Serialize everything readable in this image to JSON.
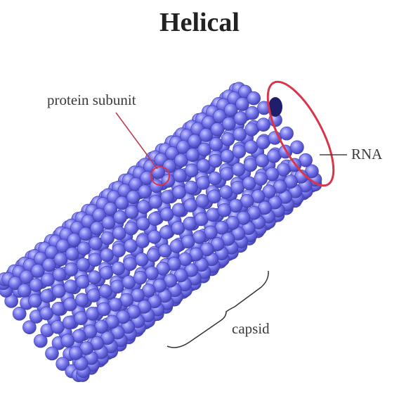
{
  "title": "Helical",
  "labels": {
    "protein_subunit": "protein subunit",
    "rna": "RNA",
    "capsid": "capsid"
  },
  "colors": {
    "subunit": "#6f6fe8",
    "subunit_dark": "#3d3db0",
    "subunit_highlight": "#c9c9ff",
    "rna": "#d9344a",
    "leader_line": "#c0394d",
    "label_text": "#3a3a3a",
    "title_text": "#222222"
  }
}
